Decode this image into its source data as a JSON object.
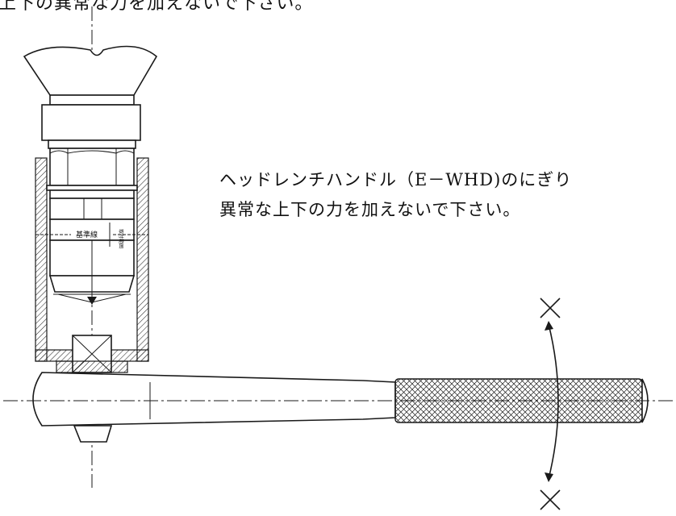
{
  "notes": {
    "top_note": "上下の異常な力を加えないで下さい。",
    "caption_line1": "ヘッドレンチハンドル（E－WHD)のにぎり",
    "caption_line2": "異常な上下の力を加えないで下さい。"
  },
  "part_labels": {
    "reference_line": "基準線",
    "side_mark": "取付範囲"
  },
  "marks": {
    "upper_x": "×",
    "lower_x": "×"
  },
  "icons": [
    "cross-mark-icon",
    "double-arrow-icon"
  ]
}
